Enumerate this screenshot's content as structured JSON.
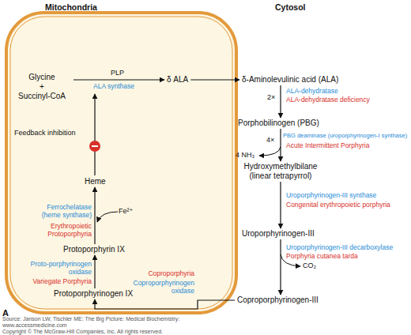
{
  "diagram": {
    "nodes": [
      {
        "text": [
          "Mitochondria"
        ]
      },
      {
        "text": [
          "Glycine",
          "+",
          "Succinyl-CoA"
        ],
        "in": 0
      },
      {
        "text": [
          "δ ALA"
        ],
        "in": 0
      },
      {
        "text": [
          "Heme"
        ],
        "in": 0
      },
      {
        "text": [
          "Protoporphyrin IX"
        ],
        "in": 0
      },
      {
        "text": [
          "Protoporphyrinogen IX"
        ],
        "in": 0
      },
      {
        "text": [
          "δ-Aminolevulinic acid (ALA)"
        ]
      },
      {
        "text": [
          "Porphobilinogen (PBG)"
        ]
      },
      {
        "text": [
          "Hydroxymethylbilane (linear tetrapyrrol)"
        ]
      },
      {
        "text": [
          "Uroporphyrinogen-III"
        ]
      },
      {
        "text": [
          "Coproporphyrinogen-III"
        ]
      }
    ],
    "edges": [
      {
        "from": 1,
        "to": 2,
        "arrow": "to"
      },
      {
        "from": 2,
        "to": 6,
        "arrow": "to"
      },
      {
        "from": 6,
        "to": 7,
        "arrow": "to"
      },
      {
        "from": 7,
        "to": 8,
        "arrow": "to"
      },
      {
        "from": 8,
        "to": 9,
        "arrow": "to"
      },
      {
        "from": 9,
        "to": 10,
        "arrow": "to"
      },
      {
        "from": 10,
        "to": 5,
        "arrow": "to"
      },
      {
        "from": 5,
        "to": 4,
        "arrow": "to"
      },
      {
        "from": 4,
        "to": 3,
        "arrow": "to"
      }
    ],
    "labels": [
      "Cytosol",
      "PLP",
      "ALA synthase",
      "Feedback inhibition",
      "Ferrochelatase (heme synthase)",
      "Fe²⁺",
      "Erythropoietic Protoporphyria",
      "Proto-porphyrinogen oxidase",
      "Variegate Porphyria",
      "Coproporphyria",
      "Coproporphyrinogen oxidase",
      "ALA-dehydratase",
      "2×",
      "ALA-dehydratase deficiency",
      "PBG deaminase (uroporphyrinogen-I synthase)",
      "4×",
      "4 NH₃",
      "Acute Intermittent Porphyria",
      "Uroporphyrinogen-III synthase",
      "Congenital erythropoietic porphyria",
      "Uroporphyrinogen-III decarboxylase",
      "Porphyria cutanea tarda",
      "CO₂",
      "A",
      "Source: Janson LW, Tischler ME: The Big Picture: Medical Biochemistry:",
      "www.accessmedicine.com",
      "Copyright © The McGraw-Hill Companies, Inc. All rights reserved."
    ]
  }
}
